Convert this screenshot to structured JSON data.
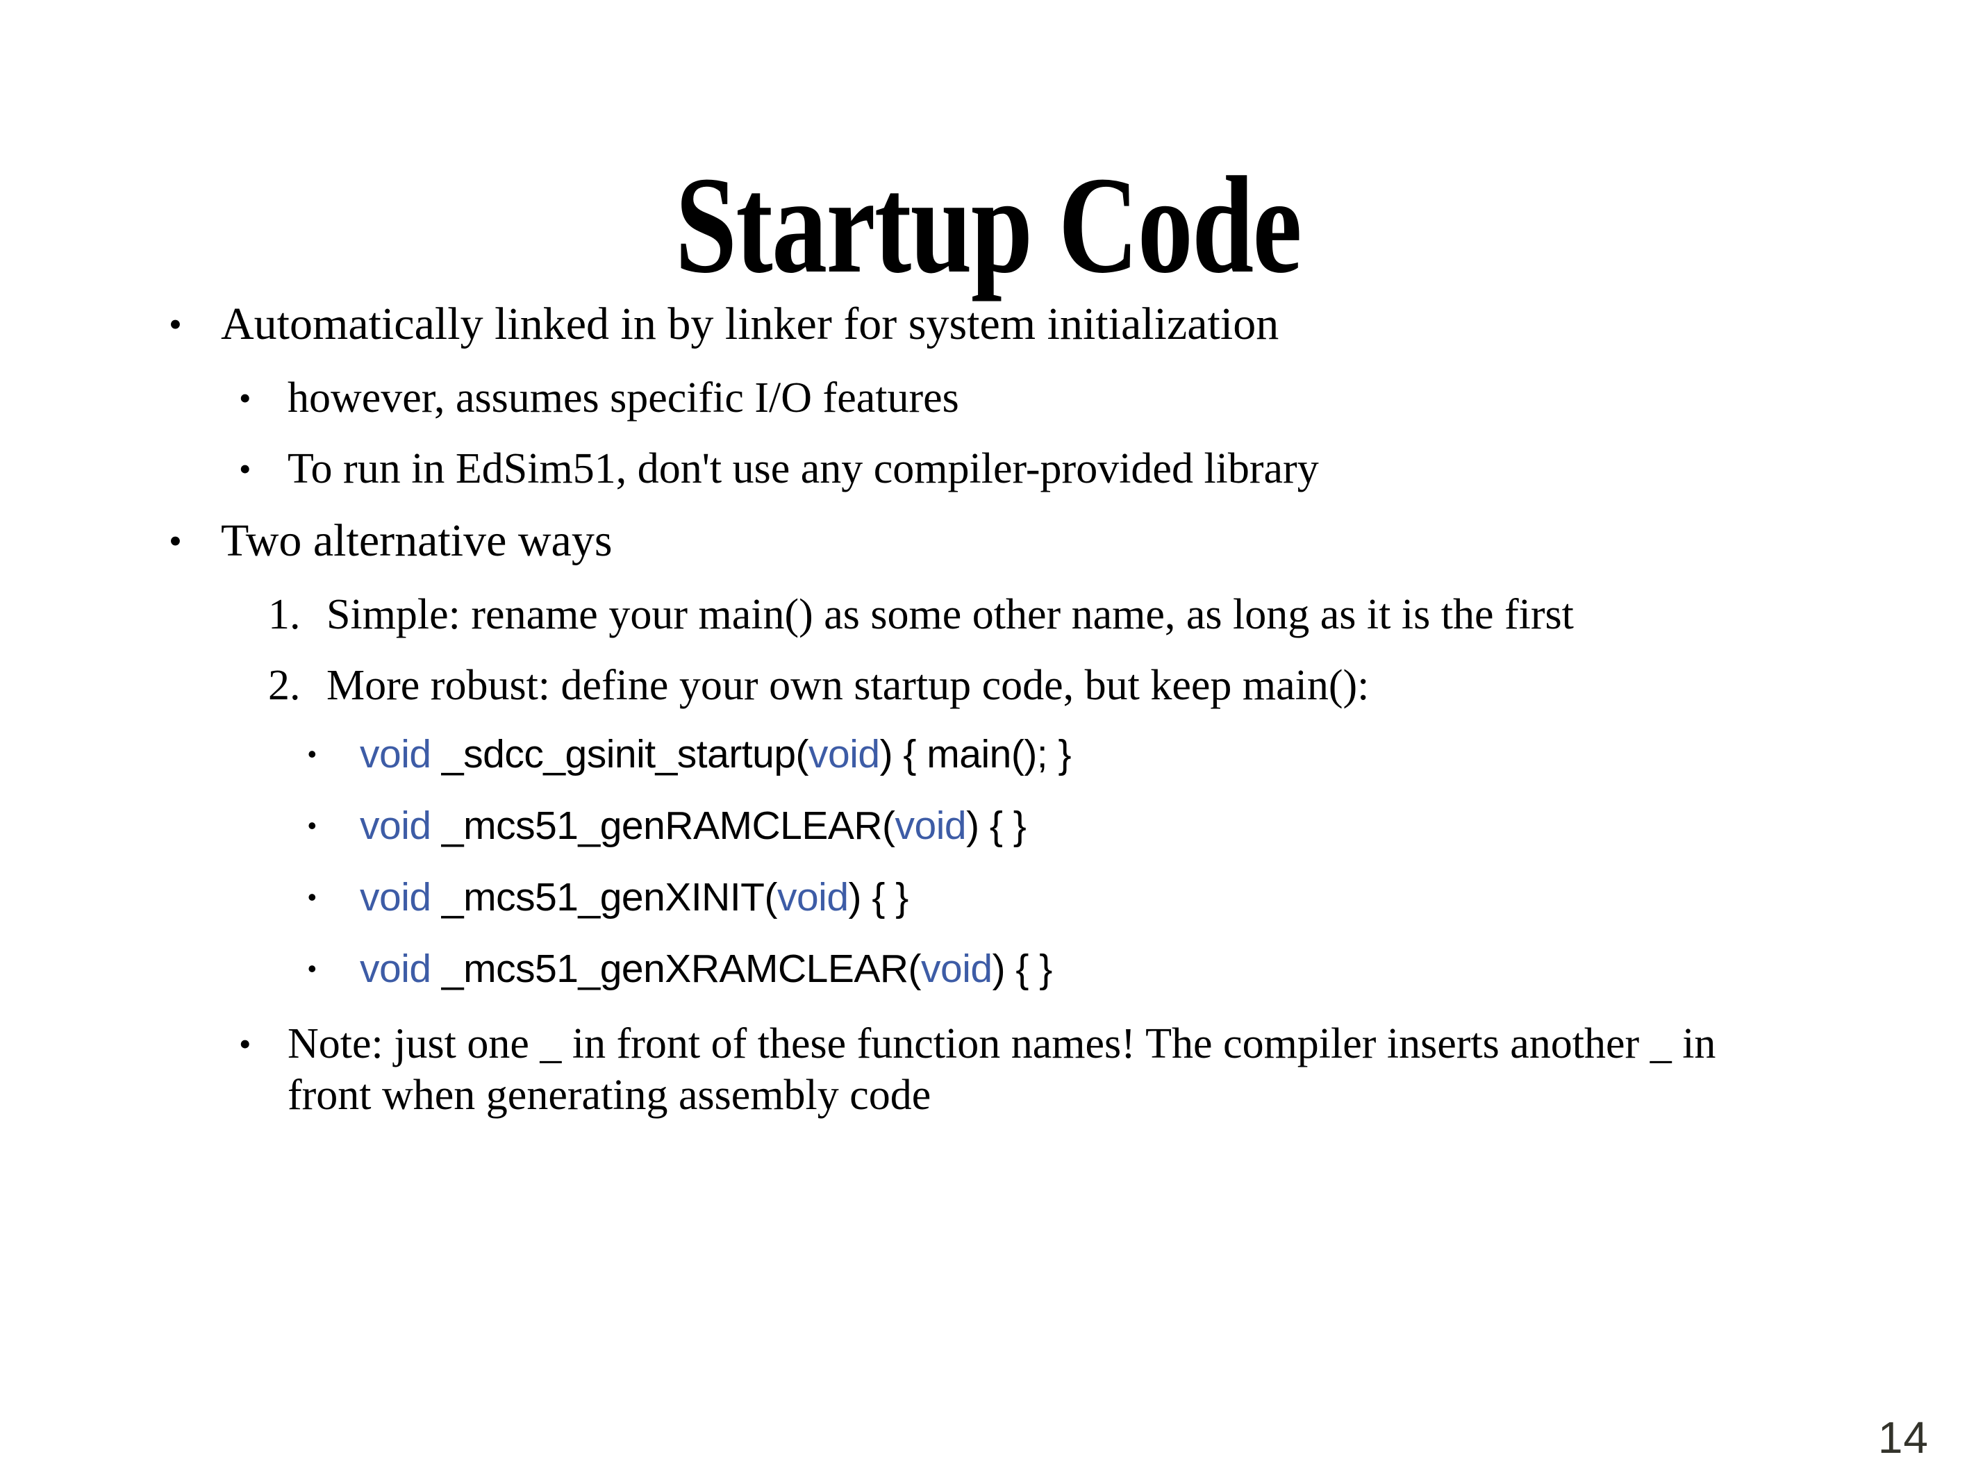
{
  "slide": {
    "title": "Startup Code",
    "page_number": "14",
    "background_color": "#ffffff",
    "text_color": "#000000",
    "keyword_color": "#3d5ca6",
    "page_number_color": "#33332b"
  },
  "bullets": {
    "b1": {
      "marker": "•",
      "text": "Automatically linked in by linker for system initialization"
    },
    "b1_sub1": {
      "marker": "•",
      "text": "however, assumes specific I/O features"
    },
    "b1_sub2": {
      "marker": "•",
      "text": "To run in EdSim51, don't use any compiler-provided library"
    },
    "b2": {
      "marker": "•",
      "text": "Two alternative ways"
    },
    "n1": {
      "marker": "1.",
      "text": "Simple: rename your main() as some other name, as long as it is the first"
    },
    "n2": {
      "marker": "2.",
      "text": "More robust: define your own startup code, but keep main():"
    },
    "note": {
      "marker": "•",
      "text": "Note: just one _ in front of these function names!  The compiler inserts another _ in front when generating assembly code"
    }
  },
  "code_lines": [
    {
      "marker": "•",
      "kw1": "void",
      "mid": " _sdcc_gsinit_startup(",
      "kw2": "void",
      "tail": ") { main(); }"
    },
    {
      "marker": "•",
      "kw1": "void",
      "mid": " _mcs51_genRAMCLEAR(",
      "kw2": "void",
      "tail": ") { }"
    },
    {
      "marker": "•",
      "kw1": "void",
      "mid": " _mcs51_genXINIT(",
      "kw2": "void",
      "tail": ") { }"
    },
    {
      "marker": "•",
      "kw1": "void",
      "mid": " _mcs51_genXRAMCLEAR(",
      "kw2": "void",
      "tail": ") { }"
    }
  ]
}
